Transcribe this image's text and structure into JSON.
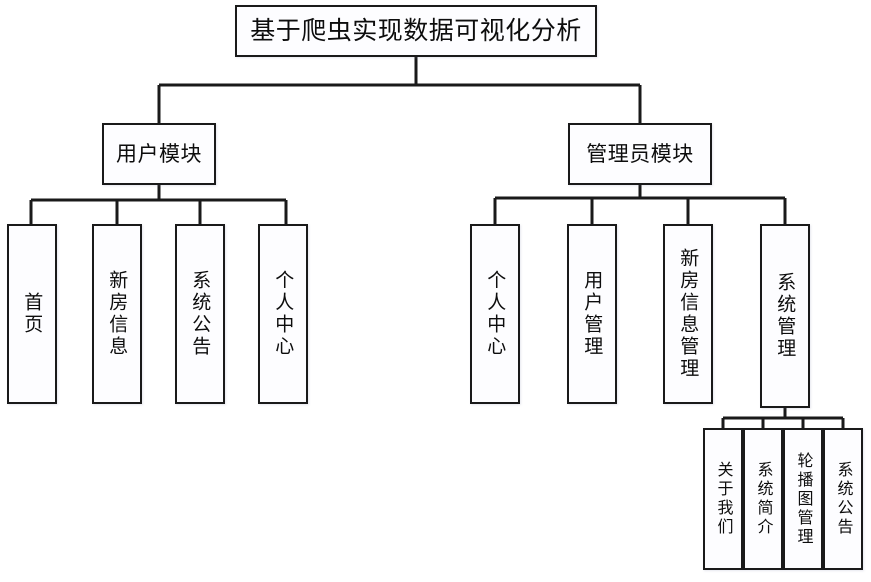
{
  "diagram": {
    "title": "基于爬虫实现数据可视化分析",
    "type": "tree-hierarchy",
    "orientation": "top-down",
    "colors": {
      "background": "#ffffff",
      "box_border": "#1a1a1a",
      "box_fill": "#fdfdff",
      "connector": "#1a1a1a",
      "text": "#0d0d0d"
    },
    "root": {
      "label": "基于爬虫实现数据可视化分析"
    },
    "modules": [
      {
        "label": "用户模块"
      },
      {
        "label": "管理员模块"
      }
    ],
    "user_module_items": [
      {
        "label": "首页"
      },
      {
        "label": "新房信息"
      },
      {
        "label": "系统公告"
      },
      {
        "label": "个人中心"
      }
    ],
    "admin_module_items": [
      {
        "label": "个人中心"
      },
      {
        "label": "用户管理"
      },
      {
        "label": "新房信息管理"
      },
      {
        "label": "系统管理"
      }
    ],
    "system_manage_items": [
      {
        "label": "关于我们"
      },
      {
        "label": "系统简介"
      },
      {
        "label": "轮播图管理"
      },
      {
        "label": "系统公告"
      }
    ]
  }
}
